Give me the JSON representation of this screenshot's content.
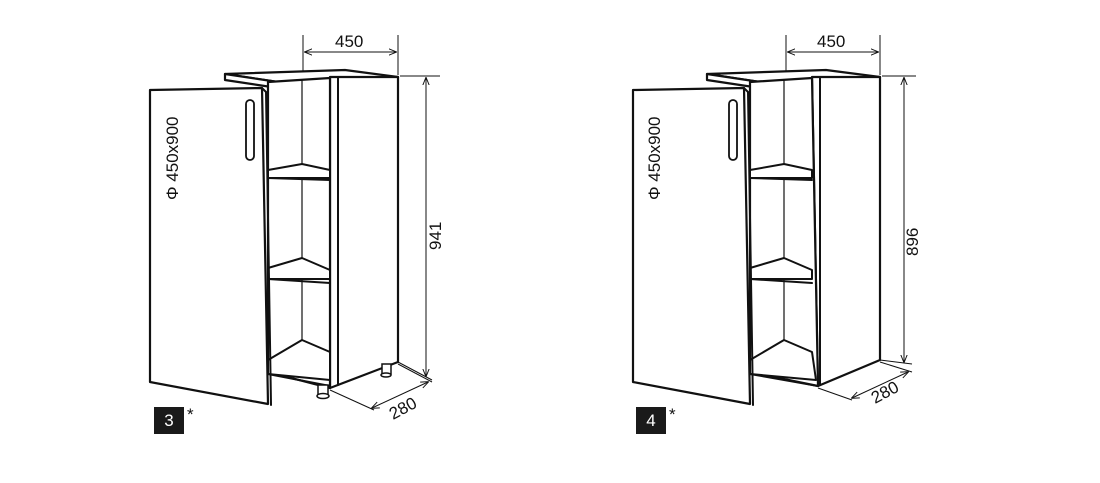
{
  "cabinets": [
    {
      "door_label": "Φ 450x900",
      "width_label": "450",
      "height_label": "941",
      "depth_label": "280",
      "number": "3",
      "note_mark": "*",
      "has_legs": true
    },
    {
      "door_label": "Φ 450x900",
      "width_label": "450",
      "height_label": "896",
      "depth_label": "280",
      "number": "4",
      "note_mark": "*",
      "has_legs": false
    }
  ]
}
